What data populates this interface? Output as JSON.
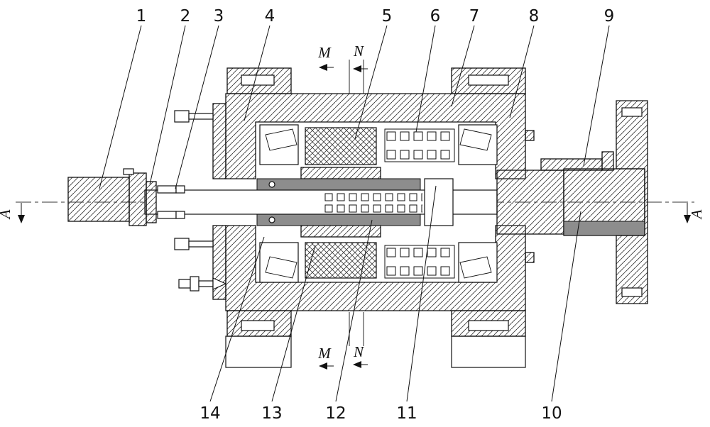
{
  "figure": {
    "callouts": {
      "c1": "1",
      "c2": "2",
      "c3": "3",
      "c4": "4",
      "c5": "5",
      "c6": "6",
      "c7": "7",
      "c8": "8",
      "c9": "9",
      "c10": "10",
      "c11": "11",
      "c12": "12",
      "c13": "13",
      "c14": "14"
    },
    "sections": {
      "m_top": "M",
      "n_top": "N",
      "m_bottom": "M",
      "n_bottom": "N",
      "a_left": "A",
      "a_right": "A"
    }
  }
}
